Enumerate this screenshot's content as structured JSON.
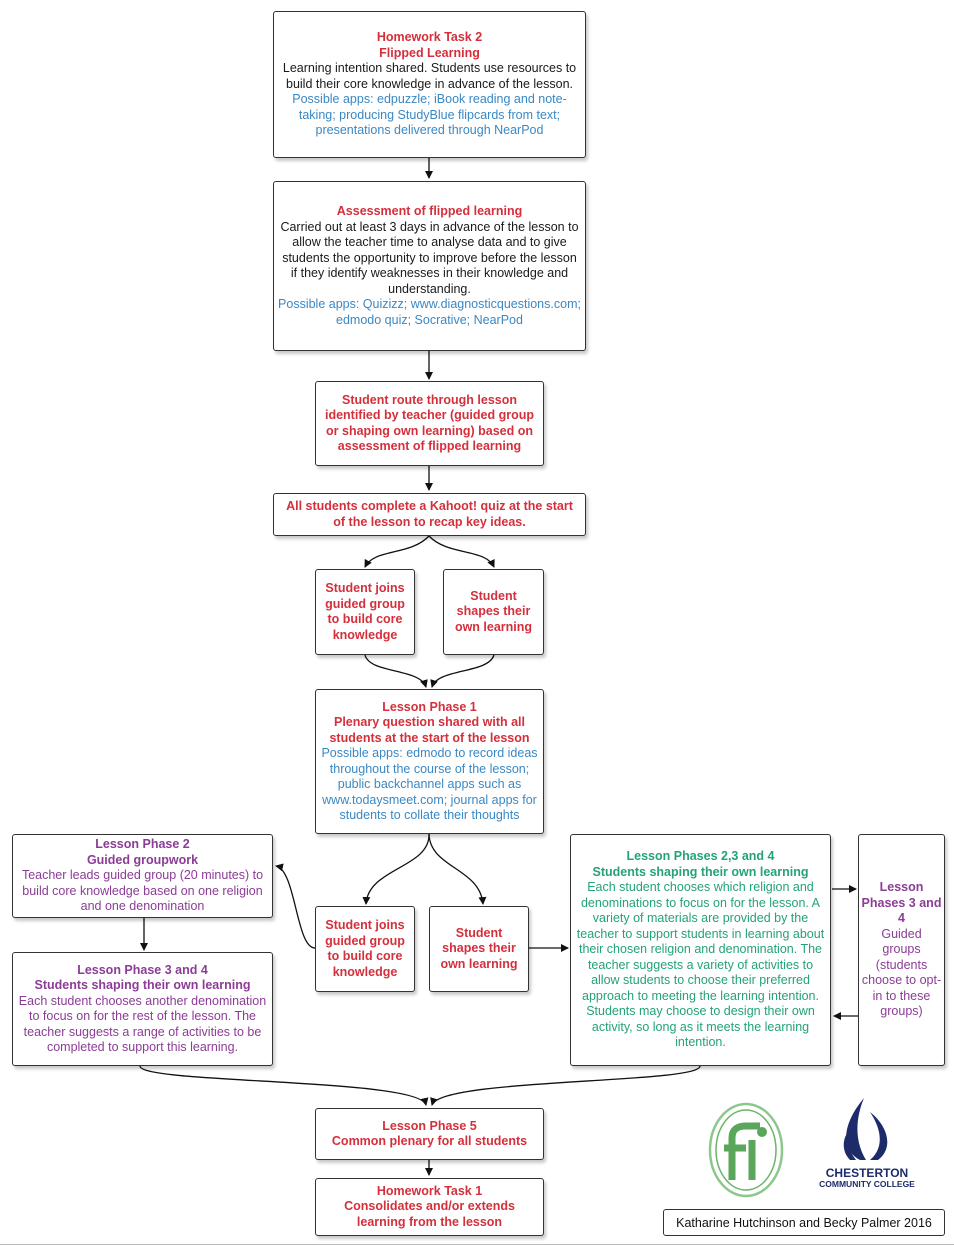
{
  "hw2": {
    "title1": "Homework Task 2",
    "title2": "Flipped Learning",
    "body": "Learning intention shared. Students use resources to build their core knowledge in advance of the lesson.",
    "apps": "Possible apps: edpuzzle; iBook reading and note-taking; producing StudyBlue flipcards from text; presentations delivered through NearPod"
  },
  "assess": {
    "title": "Assessment of flipped learning",
    "body": "Carried out at least 3 days in advance of the lesson to allow the teacher time to analyse data and to give students the opportunity to improve before the lesson if they identify weaknesses in their knowledge and understanding.",
    "apps": "Possible apps: Quizizz; www.diagnosticquestions.com; edmodo quiz; Socrative; NearPod"
  },
  "route": {
    "text": "Student route through lesson identified by teacher (guided group or shaping own learning) based on assessment of flipped learning"
  },
  "kahoot": {
    "text": "All students complete a Kahoot! quiz at the start of the lesson to recap key ideas."
  },
  "guided1": {
    "text": "Student joins guided group to build core knowledge"
  },
  "shapes1": {
    "text": "Student shapes their own learning"
  },
  "phase1": {
    "title": "Lesson Phase 1",
    "subtitle": "Plenary question shared with all students at the start of the lesson",
    "apps": "Possible apps: edmodo to record ideas throughout the course of the lesson; public backchannel apps such as www.todaysmeet.com; journal apps for students to collate their thoughts"
  },
  "phase2": {
    "title": "Lesson Phase 2",
    "subtitle": "Guided groupwork",
    "body": "Teacher leads guided group (20 minutes) to build core knowledge based on one religion and one denomination"
  },
  "phase34": {
    "title": "Lesson Phase 3 and 4",
    "subtitle": "Students shaping their own learning",
    "body": "Each student chooses another denomination to focus on for the rest of the lesson. The teacher suggests a range of activities to be completed to support this learning."
  },
  "guided2": {
    "text": "Student joins guided group to build core knowledge"
  },
  "shapes2": {
    "text": "Student shapes their own learning"
  },
  "phase234": {
    "title": "Lesson Phases 2,3 and 4",
    "subtitle": "Students shaping their own learning",
    "body": "Each student chooses which religion and denominations to focus on for the lesson. A variety of materials are provided by the teacher to support students in learning about their chosen religion and denomination. The teacher suggests a variety of activities to allow students to choose their preferred approach to meeting the learning intention. Students may choose to design their own activity, so long as it meets the learning intention."
  },
  "side34": {
    "title": "Lesson Phases 3 and 4",
    "body": "Guided groups (students choose to opt-in to these groups)"
  },
  "phase5": {
    "title": "Lesson Phase 5",
    "subtitle": "Common plenary for all students"
  },
  "hw1": {
    "title": "Homework Task 1",
    "subtitle": "Consolidates and/or extends learning from the lesson"
  },
  "credit": {
    "text": "Katharine Hutchinson and Becky Palmer 2016"
  },
  "logos": {
    "school_line1": "CHESTERTON",
    "school_line2": "COMMUNITY COLLEGE"
  },
  "colors": {
    "red": "#d4303c",
    "blue": "#3a88c4",
    "purple": "#8c3c96",
    "green": "#24a27a",
    "navy": "#1d2b6b",
    "logo_green": "#6bb36b"
  }
}
